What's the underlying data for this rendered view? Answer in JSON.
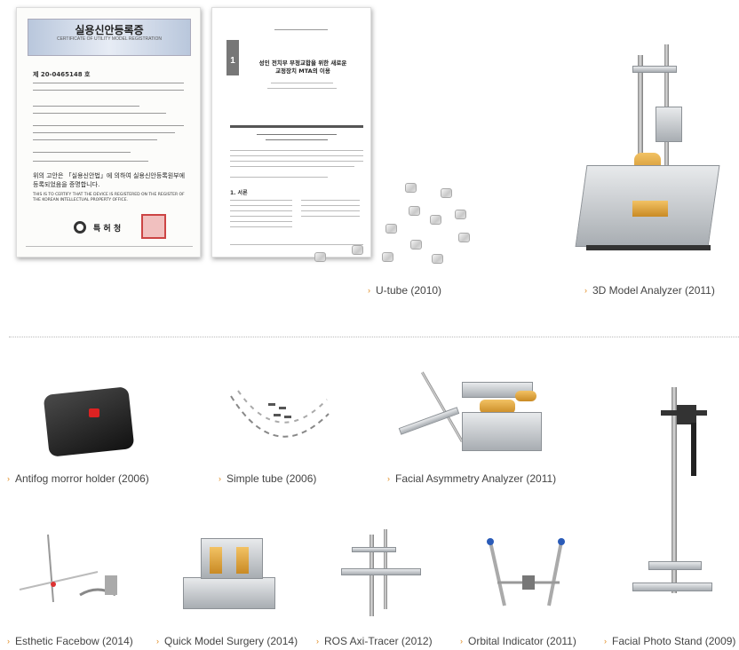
{
  "certificate": {
    "title": "실용신안등록증",
    "subtitle": "CERTIFICATE OF UTILITY MODEL REGISTRATION",
    "reg_no": "제 20-0465148 호",
    "statement_ko_1": "위의 고안은 「실용신안법」에 의하여 실용신안등록원부에",
    "statement_ko_2": "등록되었음을 증명합니다.",
    "statement_en": "THIS IS TO CERTIFY THAT THE DEVICE IS REGISTERED ON THE REGISTER OF THE KOREAN INTELLECTUAL PROPERTY OFFICE.",
    "issuer": "특 허 청"
  },
  "paper": {
    "number": "1",
    "title_line1": "성인 전치부 부정교합을 위한 새로운",
    "title_line2": "교정장치 MTA의 이용",
    "section": "1. 서론"
  },
  "products": [
    {
      "label": "U-tube (2010)"
    },
    {
      "label": "3D Model Analyzer (2011)"
    },
    {
      "label": "Antifog morror holder (2006)"
    },
    {
      "label": "Simple tube (2006)"
    },
    {
      "label": "Facial Asymmetry Analyzer (2011)"
    },
    {
      "label": "Esthetic Facebow (2014)"
    },
    {
      "label": "Quick Model Surgery (2014)"
    },
    {
      "label": "ROS Axi-Tracer (2012)"
    },
    {
      "label": "Orbital Indicator (2011)"
    },
    {
      "label": "Facial Photo Stand (2009)"
    }
  ]
}
